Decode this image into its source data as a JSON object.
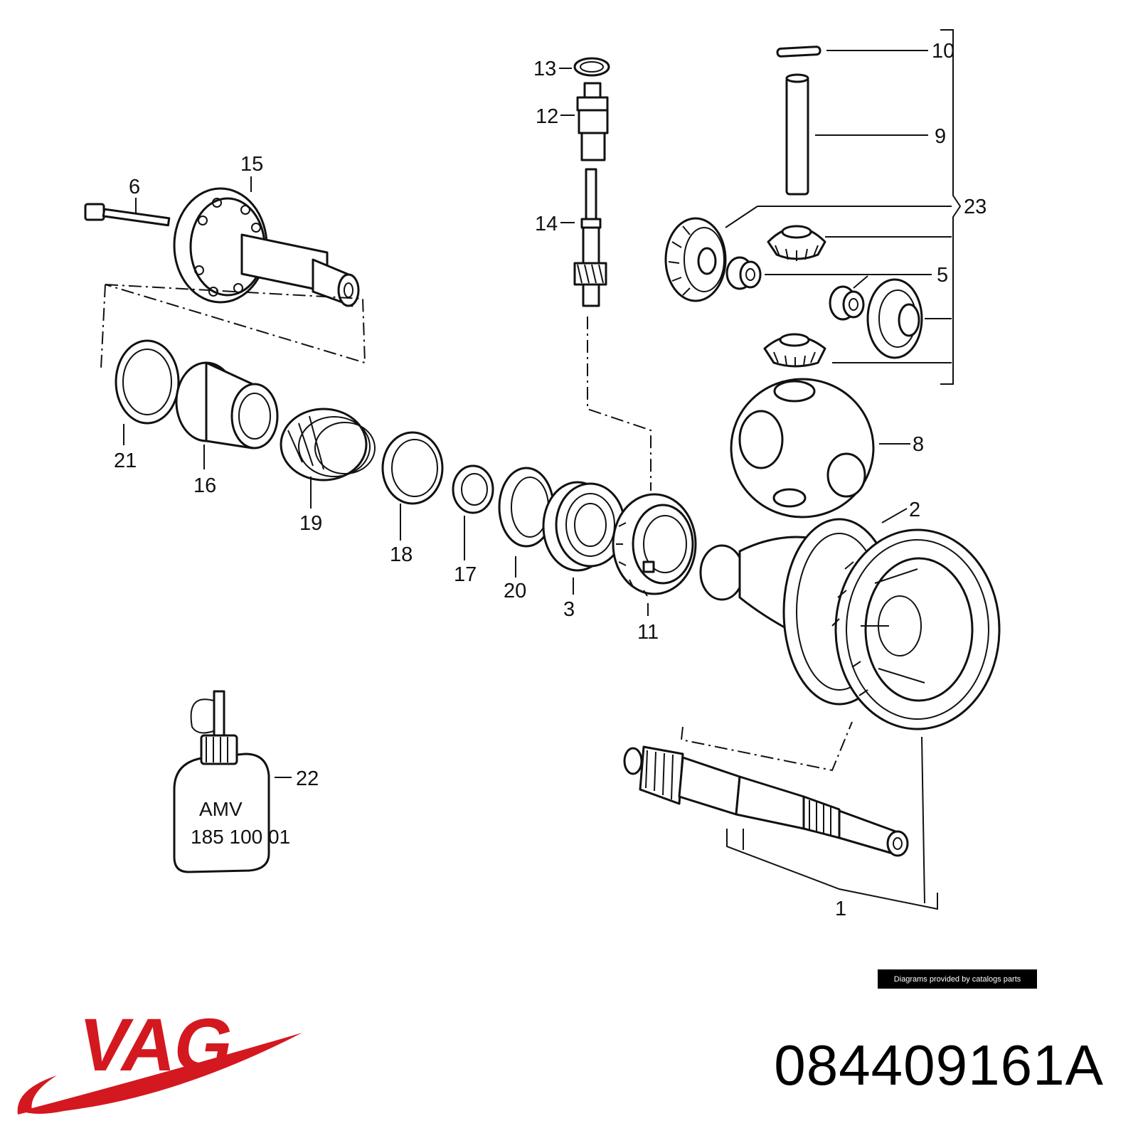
{
  "diagram": {
    "callouts": {
      "c1": "1",
      "c2": "2",
      "c3": "3",
      "c5": "5",
      "c6": "6",
      "c8": "8",
      "c9": "9",
      "c10": "10",
      "c11": "11",
      "c12": "12",
      "c13": "13",
      "c14": "14",
      "c15": "15",
      "c16": "16",
      "c17": "17",
      "c18": "18",
      "c19": "19",
      "c20": "20",
      "c21": "21",
      "c22": "22",
      "c23": "23"
    },
    "bottle_label_line1": "AMV",
    "bottle_label_line2": "185 100 01"
  },
  "credit": "Diagrams provided by catalogs parts",
  "brand": {
    "name": "VAG",
    "color": "#d4181f"
  },
  "part_number": "084409161A"
}
